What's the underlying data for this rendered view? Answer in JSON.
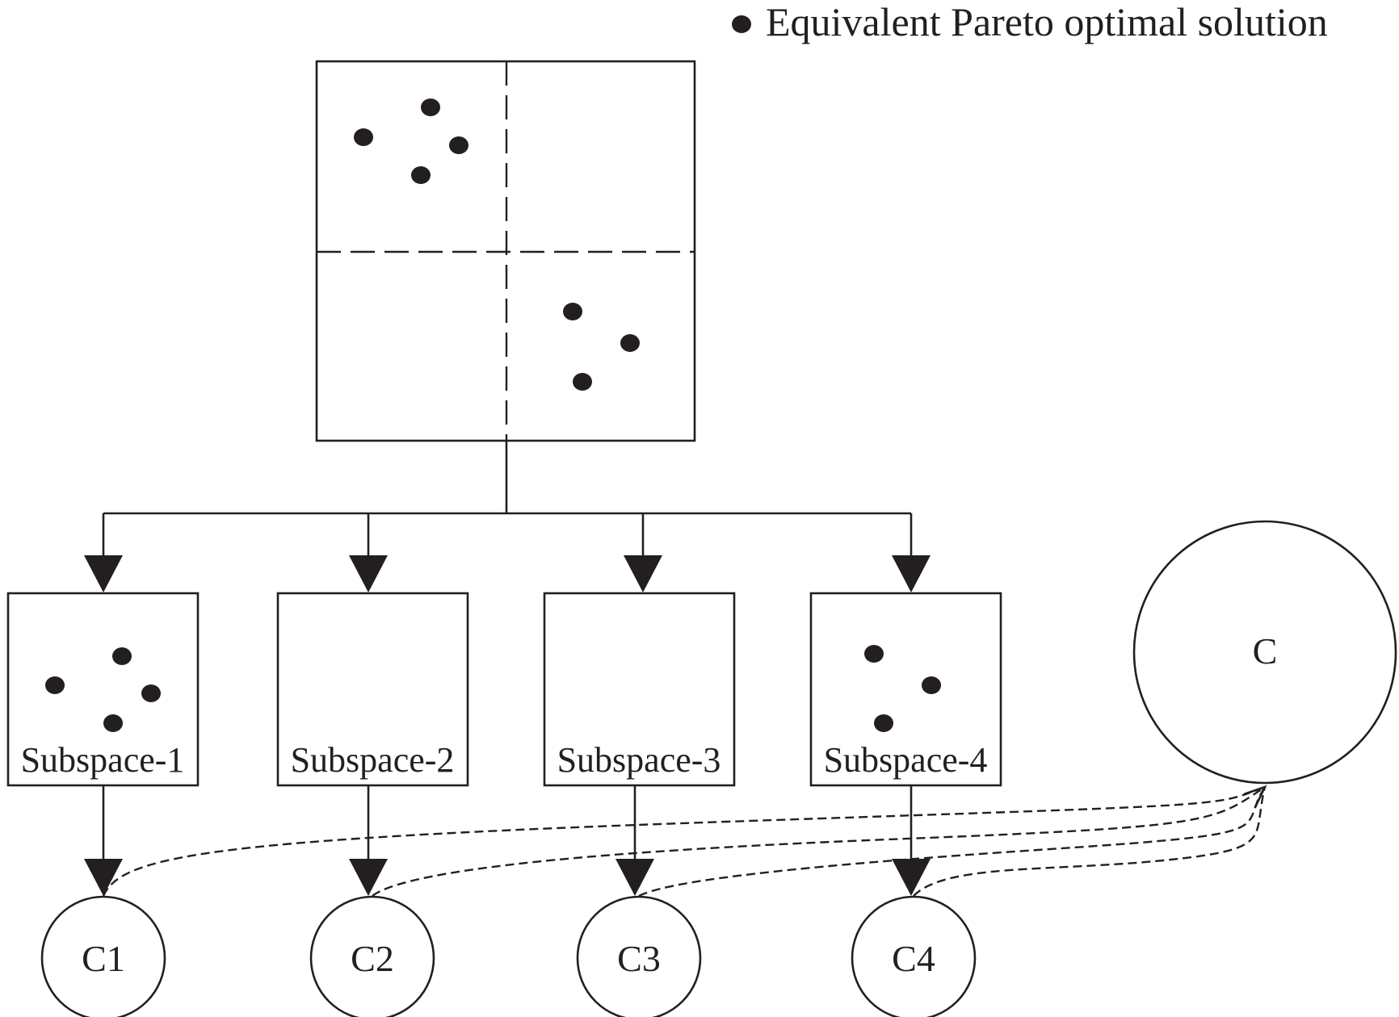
{
  "legend": {
    "marker": "dot",
    "label": "Equivalent Pareto optimal solution"
  },
  "space": {
    "partition": "2x2",
    "clusters": [
      {
        "quadrant": "top-left",
        "points": 4
      },
      {
        "quadrant": "bottom-right",
        "points": 3
      }
    ]
  },
  "subspaces": [
    {
      "label": "Subspace-1",
      "points": 4
    },
    {
      "label": "Subspace-2",
      "points": 0
    },
    {
      "label": "Subspace-3",
      "points": 0
    },
    {
      "label": "Subspace-4",
      "points": 3
    }
  ],
  "clusters": [
    {
      "label": "C1"
    },
    {
      "label": "C2"
    },
    {
      "label": "C3"
    },
    {
      "label": "C4"
    }
  ],
  "merged": {
    "label": "C"
  },
  "edges": {
    "space_to_subspaces": "solid-arrow",
    "subspace_to_cluster": "solid-arrow",
    "cluster_to_merged": "dashed-arrow"
  },
  "colors": {
    "ink": "#231f20",
    "background": "#ffffff"
  }
}
